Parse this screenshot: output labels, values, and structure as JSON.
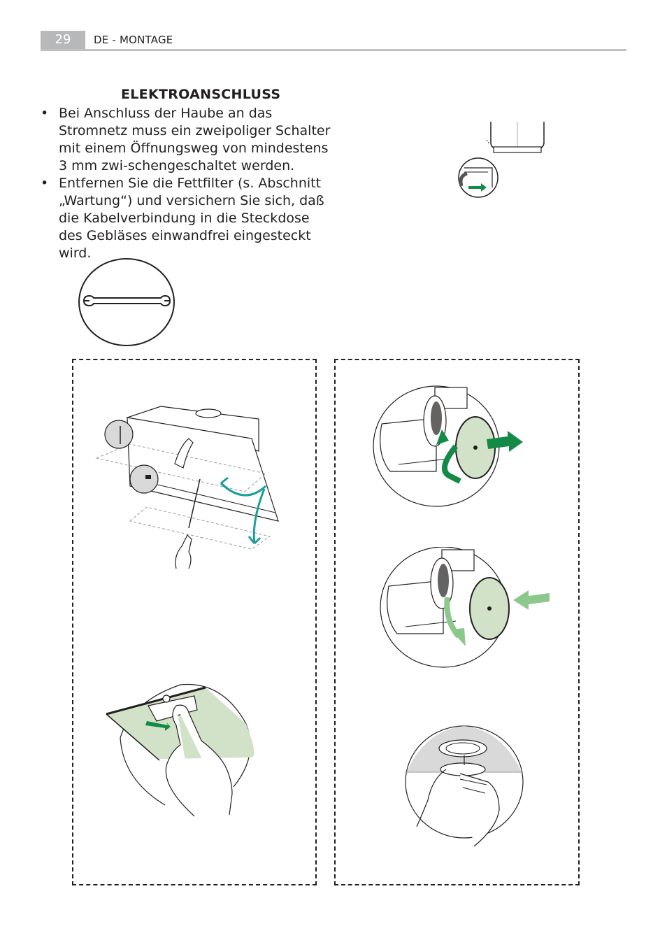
{
  "header": {
    "page_number": "29",
    "section": "DE - MONTAGE"
  },
  "content": {
    "heading": "ELEKTROANSCHLUSS",
    "bullets": [
      "Bei Anschluss der Haube an das Stromnetz muss ein zweipoliger Schalter mit einem Öffnungsweg von mindestens 3 mm zwi-schengeschaltet werden.",
      "Entfernen Sie die Fettfilter (s. Abschnitt „Wartung“) und versichern Sie sich, daß die Kabelverbindung in die Steckdose des Gebläses einwandfrei eingesteckt wird."
    ]
  },
  "icons": {
    "tool": "wrench-icon",
    "bullet": "•"
  },
  "colors": {
    "text": "#231f20",
    "page_badge": "#b7b8ba",
    "arrow_dark_green": "#138a46",
    "arrow_light_green": "#8cc88c",
    "arrow_teal": "#1b9e9a",
    "panel_green": "#d2e2c8"
  }
}
